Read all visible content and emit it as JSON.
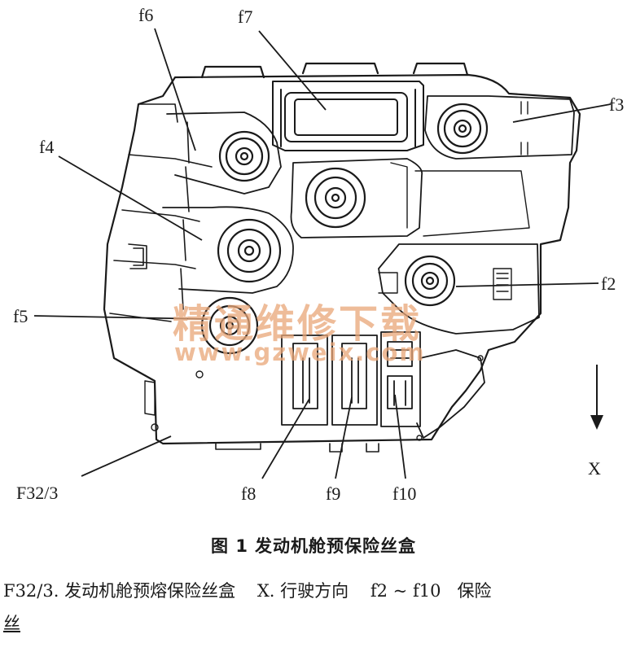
{
  "labels": {
    "f6": "f6",
    "f7": "f7",
    "f3": "f3",
    "f4": "f4",
    "f2": "f2",
    "f5": "f5",
    "x": "X",
    "f32": "F32/3",
    "f8": "f8",
    "f9": "f9",
    "f10": "f10"
  },
  "watermark": {
    "line1": "精通维修下载",
    "line2": "www.gzweix.com"
  },
  "figure": {
    "number": "图 1",
    "title": "发动机舱预保险丝盒"
  },
  "legend": {
    "f32_key": "F32/3.",
    "f32_desc": "发动机舱预熔保险丝盒",
    "x_key": "X.",
    "x_desc": "行驶方向",
    "range_key": "f2 ~ f10",
    "range_desc": "保险",
    "range_desc_cont": "丝"
  },
  "colors": {
    "line": "#1a1a1a",
    "watermark": "#e9a678"
  }
}
